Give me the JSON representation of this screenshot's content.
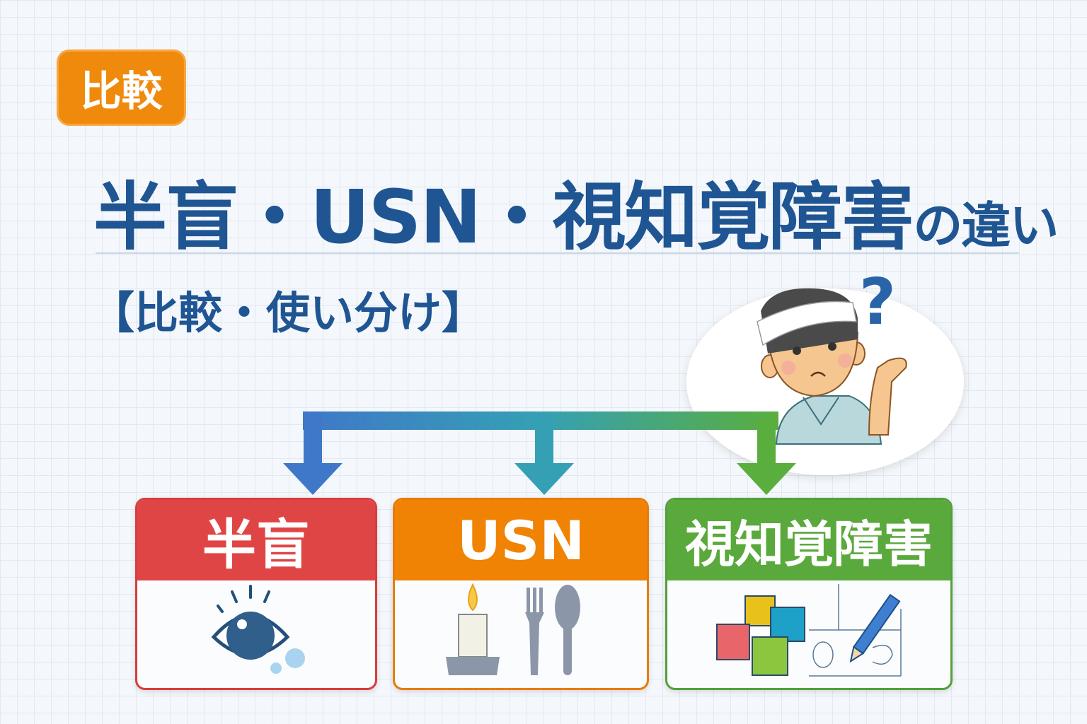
{
  "badge": {
    "label": "比較"
  },
  "title": {
    "main": "半盲・USN・視知覚障害",
    "suffix": "の違い"
  },
  "subtitle": "【比較・使い分け】",
  "question_mark": "?",
  "colors": {
    "title": "#1f5592",
    "badge": "#f08a0c",
    "red": "#e04545",
    "orange": "#f08204",
    "green": "#5aa93c",
    "arrow_blue": "#3f78c8",
    "arrow_green": "#5aae3d"
  },
  "cards": [
    {
      "label": "半盲",
      "icon": "eye-icon"
    },
    {
      "label": "USN",
      "icon": "candle-and-cutlery-icon"
    },
    {
      "label": "視知覚障害",
      "icon": "puzzle-and-drawing-icon"
    }
  ]
}
